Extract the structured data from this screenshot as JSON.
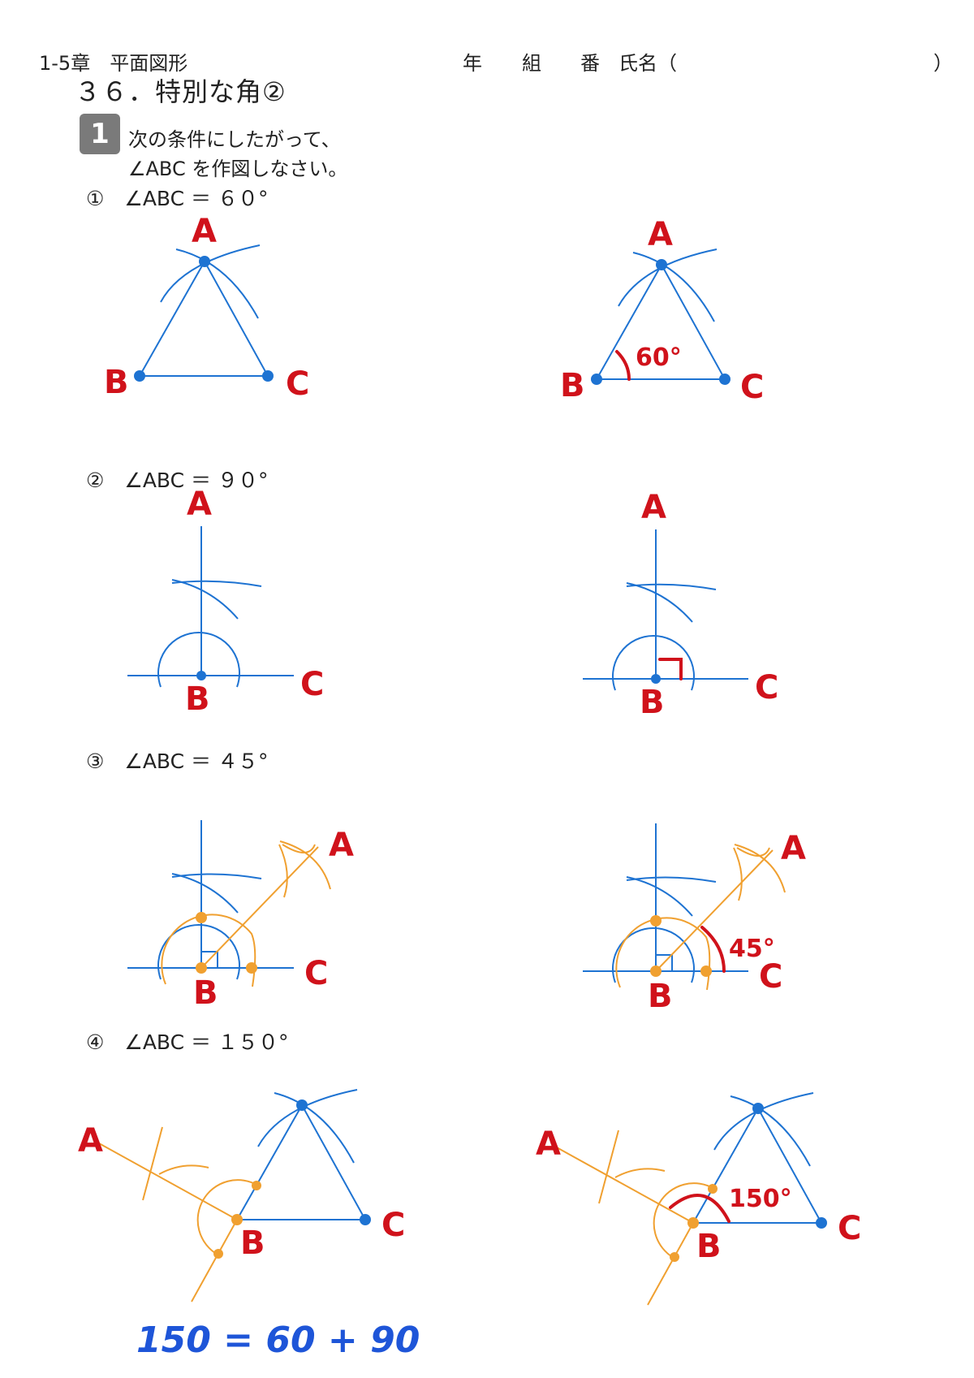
{
  "header": {
    "chapter": "1-5章　平面図形",
    "year": "年",
    "class": "組",
    "number": "番",
    "name_label": "氏名（",
    "name_close": "）"
  },
  "title": "３６．特別な角②",
  "question": {
    "number": "1",
    "line1": "次の条件にしたがって、",
    "line2": "∠ABC を作図しなさい。"
  },
  "problems": [
    {
      "label": "①　∠ABC ＝ ６０°",
      "angle_label": "60°"
    },
    {
      "label": "②　∠ABC ＝ ９０°",
      "angle_label": ""
    },
    {
      "label": "③　∠ABC ＝ ４５°",
      "angle_label": "45°"
    },
    {
      "label": "④　∠ABC ＝ １５０°",
      "angle_label": "150°"
    }
  ],
  "points": {
    "A": "A",
    "B": "B",
    "C": "C"
  },
  "note": {
    "text": "150 = 60 + 90"
  },
  "colors": {
    "construction": "#1e73d2",
    "orange": "#f0a030",
    "label_red": "#d0121b",
    "note_blue": "#1e55d8"
  }
}
